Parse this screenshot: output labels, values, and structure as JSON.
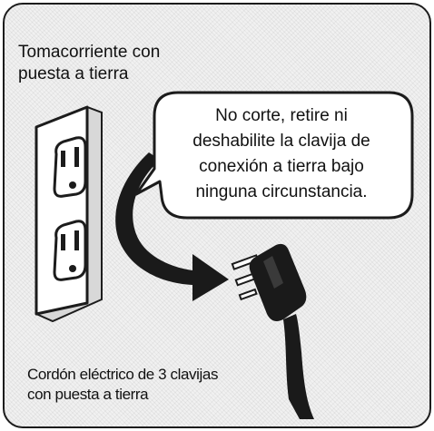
{
  "outlet_label": {
    "line1": "Tomacorriente con",
    "line2": "puesta a tierra"
  },
  "warning_bubble": {
    "line1": "No corte, retire ni",
    "line2": "deshabilite la clavija de",
    "line3": "conexión a tierra bajo",
    "line4": "ninguna circunstancia."
  },
  "cord_label": {
    "line1": "Cordón eléctrico de 3 clavijas",
    "line2": "con puesta a tierra"
  },
  "colors": {
    "outline": "#1c1c1c",
    "background": "#f1f1f1",
    "plate": "#ffffff",
    "arrow": "#1a1a1a"
  },
  "icons": [
    "wall-outlet-icon",
    "plug-icon",
    "arrow-icon",
    "speech-bubble-icon"
  ]
}
